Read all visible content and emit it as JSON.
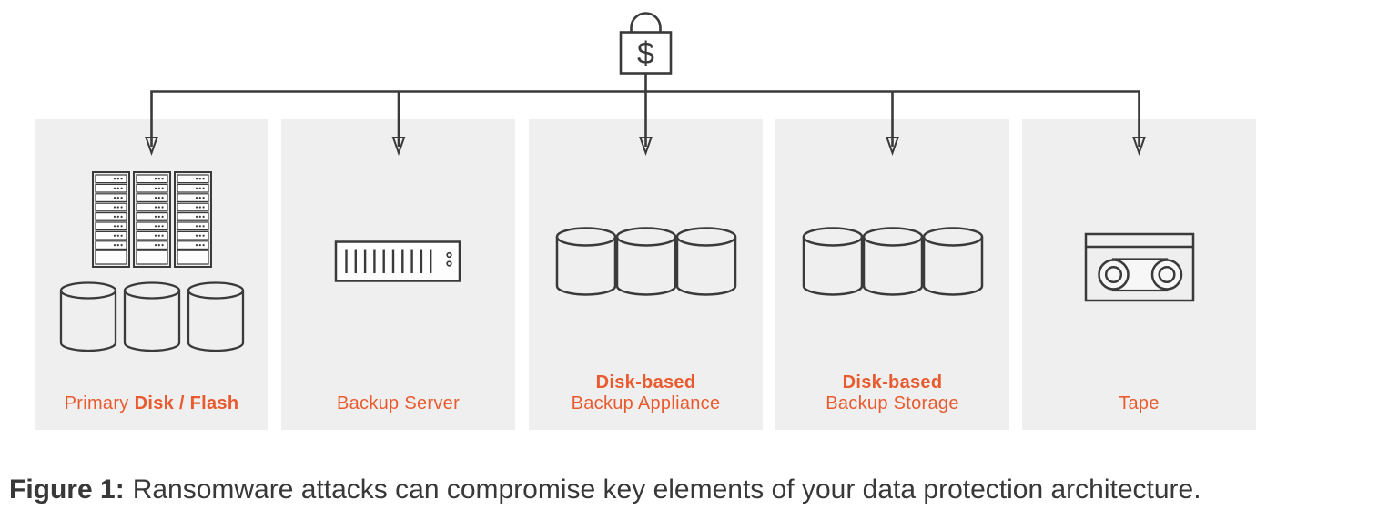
{
  "colors": {
    "accent_orange": "#E95B2F",
    "box_background": "#EFEFEF",
    "line_dark": "#3A3A3A",
    "caption_text": "#383838",
    "page_background": "#FFFFFF"
  },
  "lock": {
    "icon": "padlock-dollar-icon",
    "symbol": "$"
  },
  "connector": {
    "arrow_icon": "down-arrow-icon",
    "arrow_count": 5
  },
  "boxes": [
    {
      "icon": "server-rack-and-disk-array-icon",
      "label_regular": "Primary",
      "label_bold": "Disk / Flash"
    },
    {
      "icon": "backup-server-icon",
      "label": "Backup Server"
    },
    {
      "icon": "disk-array-icon",
      "label_line1": "Disk-based",
      "label_line2": "Backup Appliance"
    },
    {
      "icon": "disk-array-icon",
      "label_line1": "Disk-based",
      "label_line2": "Backup Storage"
    },
    {
      "icon": "tape-cartridge-icon",
      "label": "Tape"
    }
  ],
  "caption": {
    "prefix": "Figure 1:",
    "text": "Ransomware attacks can compromise key elements of your data protection architecture."
  }
}
